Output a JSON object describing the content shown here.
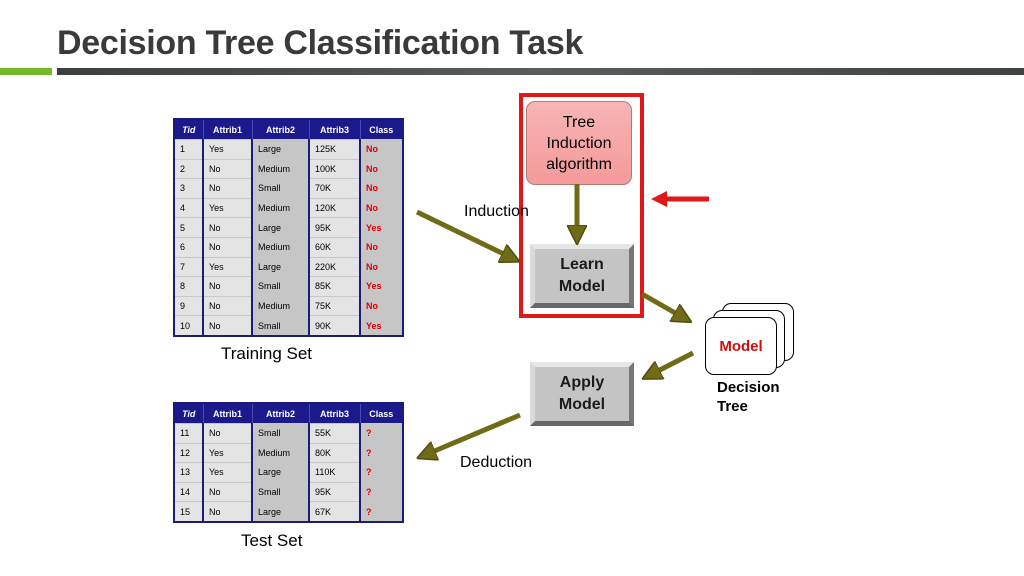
{
  "title": "Decision Tree Classification Task",
  "training_set": {
    "caption": "Training Set",
    "headers": [
      "Tid",
      "Attrib1",
      "Attrib2",
      "Attrib3",
      "Class"
    ],
    "rows": [
      [
        "1",
        "Yes",
        "Large",
        "125K",
        "No"
      ],
      [
        "2",
        "No",
        "Medium",
        "100K",
        "No"
      ],
      [
        "3",
        "No",
        "Small",
        "70K",
        "No"
      ],
      [
        "4",
        "Yes",
        "Medium",
        "120K",
        "No"
      ],
      [
        "5",
        "No",
        "Large",
        "95K",
        "Yes"
      ],
      [
        "6",
        "No",
        "Medium",
        "60K",
        "No"
      ],
      [
        "7",
        "Yes",
        "Large",
        "220K",
        "No"
      ],
      [
        "8",
        "No",
        "Small",
        "85K",
        "Yes"
      ],
      [
        "9",
        "No",
        "Medium",
        "75K",
        "No"
      ],
      [
        "10",
        "No",
        "Small",
        "90K",
        "Yes"
      ]
    ]
  },
  "test_set": {
    "caption": "Test Set",
    "headers": [
      "Tid",
      "Attrib1",
      "Attrib2",
      "Attrib3",
      "Class"
    ],
    "rows": [
      [
        "11",
        "No",
        "Small",
        "55K",
        "?"
      ],
      [
        "12",
        "Yes",
        "Medium",
        "80K",
        "?"
      ],
      [
        "13",
        "Yes",
        "Large",
        "110K",
        "?"
      ],
      [
        "14",
        "No",
        "Small",
        "95K",
        "?"
      ],
      [
        "15",
        "No",
        "Large",
        "67K",
        "?"
      ]
    ]
  },
  "flow": {
    "tree_induction": "Tree Induction algorithm",
    "learn_model": "Learn Model",
    "apply_model": "Apply Model",
    "model": "Model",
    "decision_tree": "Decision Tree",
    "induction": "Induction",
    "deduction": "Deduction"
  },
  "colors": {
    "accent_green": "#76b82a",
    "table_header": "#1a1a8c",
    "class_red": "#e00000",
    "highlight_red": "#e01818",
    "arrow_olive": "#6f6b16",
    "tree_induction_fill": "#f6a8a8"
  }
}
